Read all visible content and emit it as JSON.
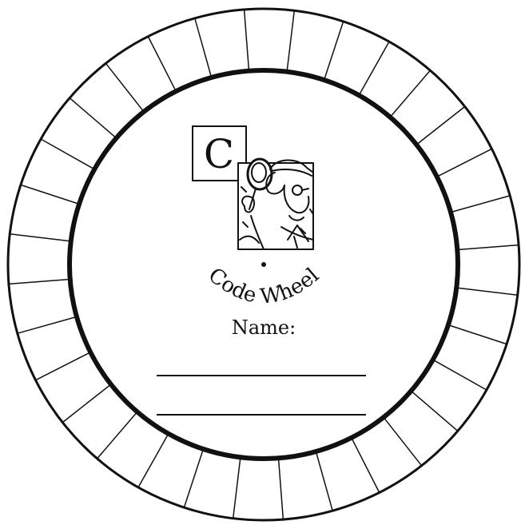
{
  "worksheet": {
    "title": "Code Wheel",
    "badge_letter": "C",
    "name_label": "Name:",
    "segment_count": 32
  },
  "illustration": {
    "icon": "detective-magnifying-glass-icon"
  },
  "colors": {
    "ink": "#111111",
    "paper": "#ffffff"
  }
}
